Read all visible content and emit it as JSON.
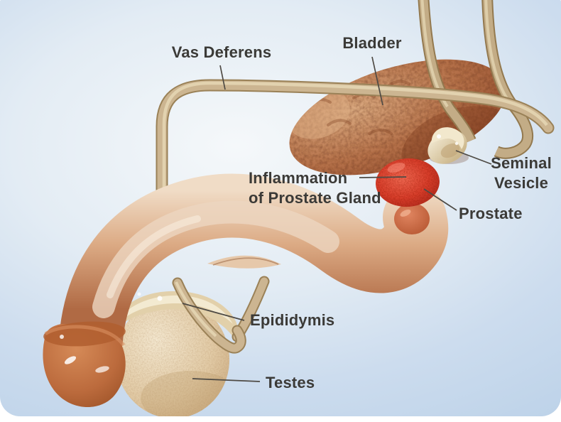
{
  "illustration": {
    "subject": "Male reproductive system with inflamed prostate gland",
    "labels": {
      "vas_deferens": {
        "text": "Vas Deferens"
      },
      "bladder": {
        "text": "Bladder"
      },
      "seminal_vesicle": {
        "lines": [
          "Seminal",
          "Vesicle"
        ]
      },
      "inflammation": {
        "lines": [
          "Inflammation",
          "of Prostate Gland"
        ]
      },
      "prostate": {
        "text": "Prostate"
      },
      "epididymis": {
        "text": "Epididymis"
      },
      "testes": {
        "text": "Testes"
      }
    }
  },
  "palette": {
    "background_center": "#f5f8fa",
    "background_edge": "#bed3e9",
    "label_text": "#3b3a37",
    "leader_line": "#4e4a44",
    "bladder_brown": "#b5714a",
    "prostate_red": "#d83f2b",
    "seminal_vesicle_cream": "#ecdfbf",
    "vas_deferens_tan": "#ccb591",
    "penis_skin": "#c98a62",
    "glans_brown": "#b96535",
    "testis_beige": "#e6d3b0",
    "epididymis_cream": "#efe3c6"
  }
}
